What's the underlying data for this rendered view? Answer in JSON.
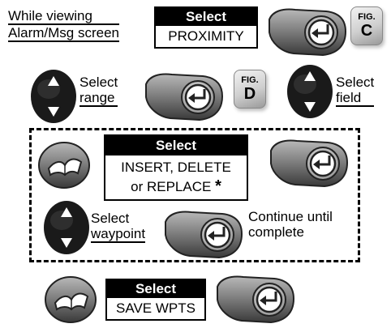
{
  "instructions": {
    "start_line1": "While viewing",
    "start_line2": "Alarm/Msg screen",
    "select_header": "Select",
    "select_proximity": "PROXIMITY",
    "fig_label": "FIG.",
    "fig_c": "C",
    "fig_d": "D",
    "range_line1": "Select",
    "range_line2": "range",
    "field_line1": "Select",
    "field_line2": "field",
    "insert_line1": "INSERT, DELETE",
    "insert_line2": "or REPLACE",
    "asterisk": "*",
    "waypoint_line1": "Select",
    "waypoint_line2": "waypoint",
    "continue_line1": "Continue until",
    "continue_line2": "complete",
    "save_wpts": "SAVE WPTS"
  }
}
